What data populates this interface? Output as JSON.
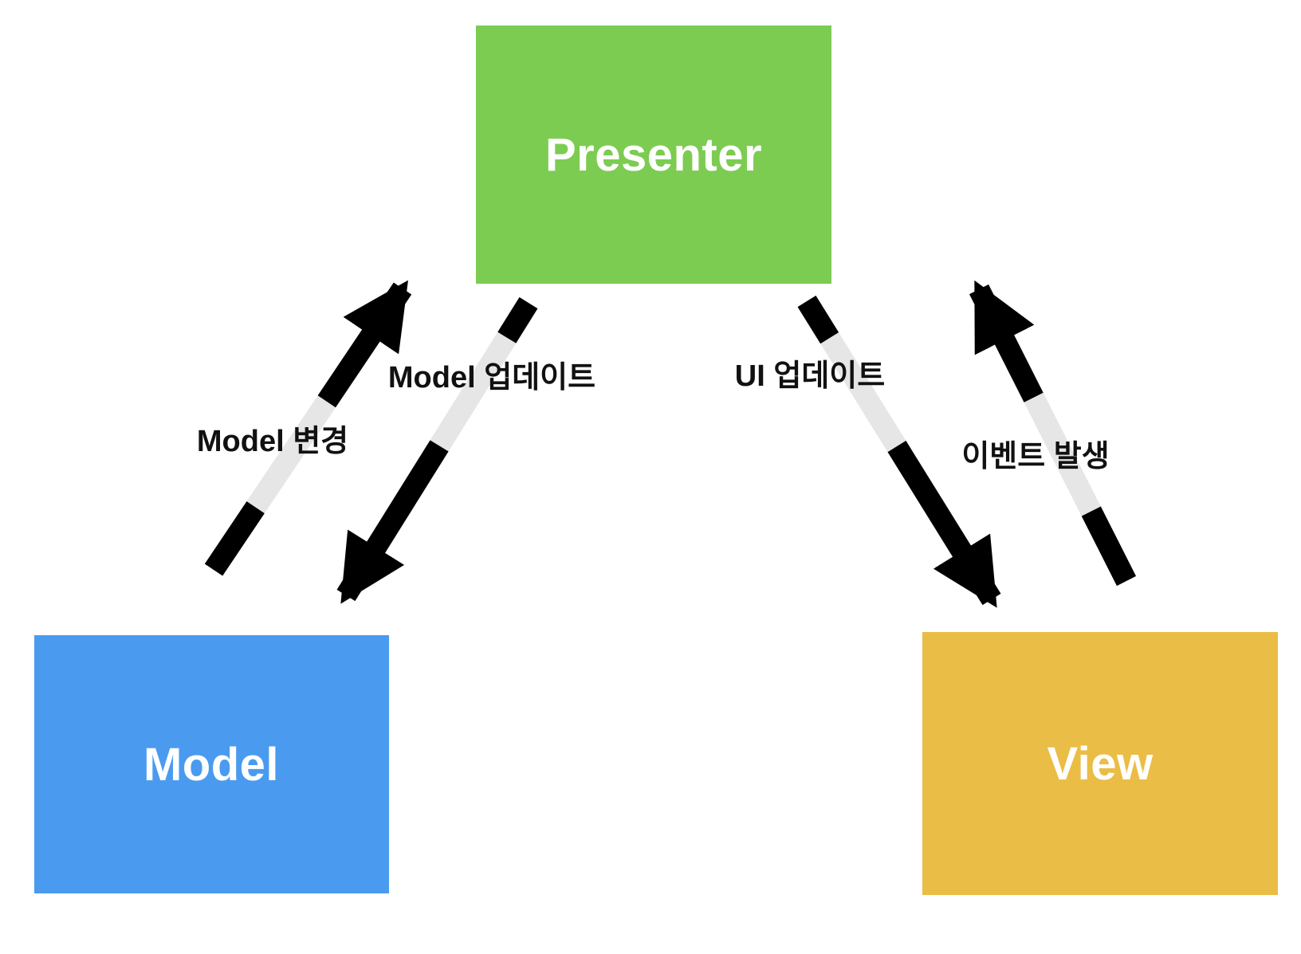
{
  "nodes": {
    "presenter": {
      "label": "Presenter",
      "color": "#7CCC52"
    },
    "model": {
      "label": "Model",
      "color": "#4A9BF0"
    },
    "view": {
      "label": "View",
      "color": "#EABD46"
    }
  },
  "edges": [
    {
      "from": "Model",
      "to": "Presenter",
      "label": "Model 변경"
    },
    {
      "from": "Presenter",
      "to": "Model",
      "label": "Model 업데이트"
    },
    {
      "from": "Presenter",
      "to": "View",
      "label": "UI 업데이트"
    },
    {
      "from": "View",
      "to": "Presenter",
      "label": "이벤트 발생"
    }
  ],
  "colors": {
    "arrow": "#000000",
    "background": "#FFFFFF",
    "edge_label_text": "#111111",
    "node_label_text": "#FFFFFF"
  }
}
